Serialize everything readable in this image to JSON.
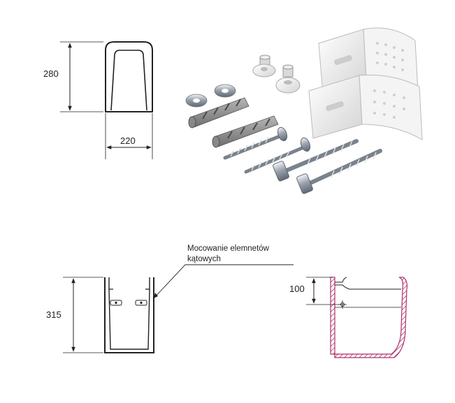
{
  "top_front_view": {
    "height_label": "280",
    "width_label": "220"
  },
  "bottom_front_view": {
    "height_label": "315",
    "callout_line1": "Mocowanie elemnetów",
    "callout_line2": "kątowych"
  },
  "side_section_view": {
    "height_label": "100",
    "section_hatch_color": "#b0306a"
  },
  "hardware_kit": {
    "items": [
      "washer",
      "washer",
      "plastic-cap",
      "plastic-cap",
      "wall-plug",
      "wall-plug",
      "wood-screw",
      "wood-screw",
      "hex-bolt-screw",
      "hex-bolt-screw",
      "angle-bracket",
      "angle-bracket"
    ]
  }
}
